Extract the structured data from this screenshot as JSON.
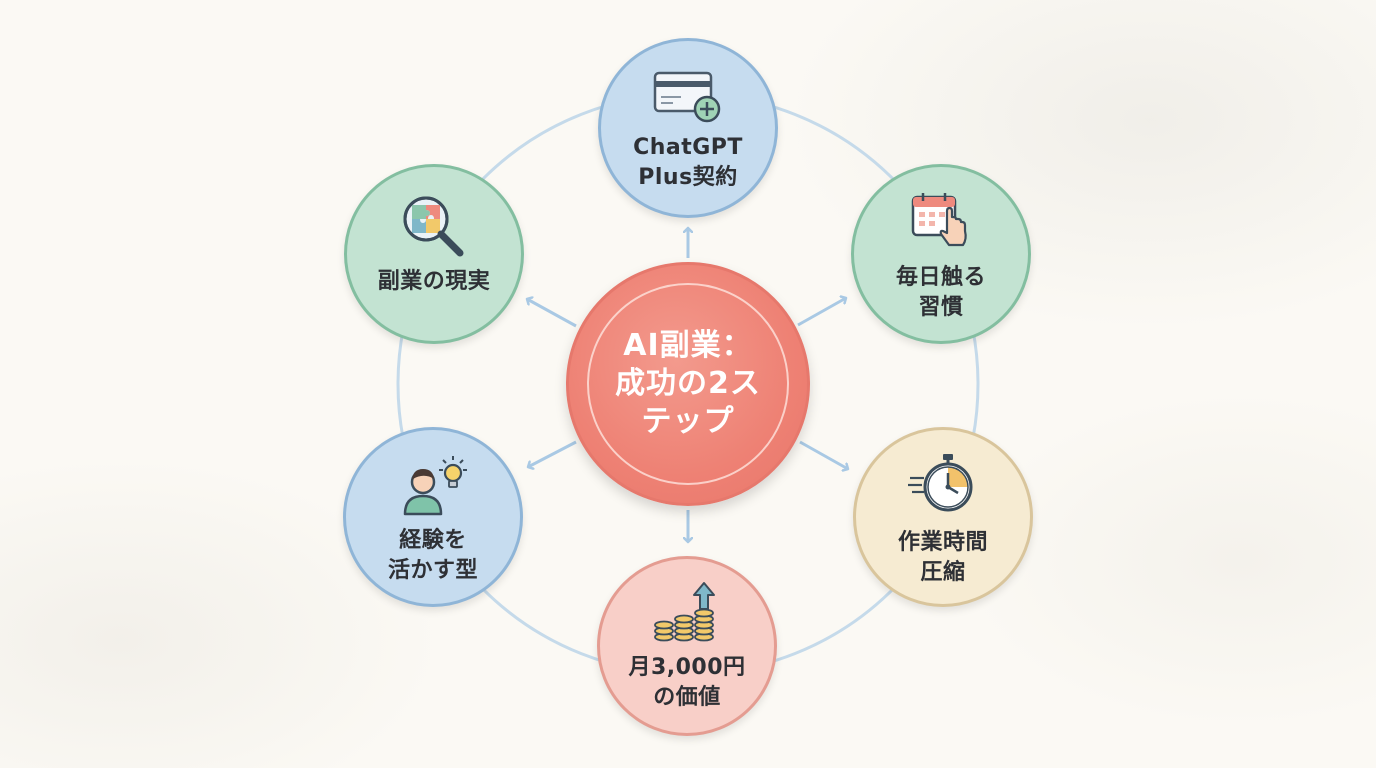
{
  "center": {
    "title": "AI副業：\n成功の2ス\nテップ",
    "color": "#ee8174"
  },
  "nodes": [
    {
      "id": "top",
      "label": "ChatGPT\nPlus契約",
      "icon": "credit-card-plus-icon",
      "fill": "#c6dcef",
      "stroke": "#8fb5d7"
    },
    {
      "id": "top-right",
      "label": "毎日触る\n習慣",
      "icon": "calendar-tap-icon",
      "fill": "#c3e3d2",
      "stroke": "#83bea0"
    },
    {
      "id": "bottom-right",
      "label": "作業時間\n圧縮",
      "icon": "stopwatch-icon",
      "fill": "#f6ebd2",
      "stroke": "#d9c59c"
    },
    {
      "id": "bottom",
      "label": "月3,000円\nの価値",
      "icon": "coin-stacks-arrow-icon",
      "fill": "#f8cfc8",
      "stroke": "#e49c91"
    },
    {
      "id": "bottom-left",
      "label": "経験を\n活かす型",
      "icon": "person-idea-icon",
      "fill": "#c6dcef",
      "stroke": "#8fb5d7"
    },
    {
      "id": "top-left",
      "label": "副業の現実",
      "icon": "puzzle-magnifier-icon",
      "fill": "#c3e3d2",
      "stroke": "#83bea0"
    }
  ],
  "colors": {
    "ring": "#c5daea",
    "arrow": "#a9c9e4",
    "background": "#fbf9f4"
  }
}
